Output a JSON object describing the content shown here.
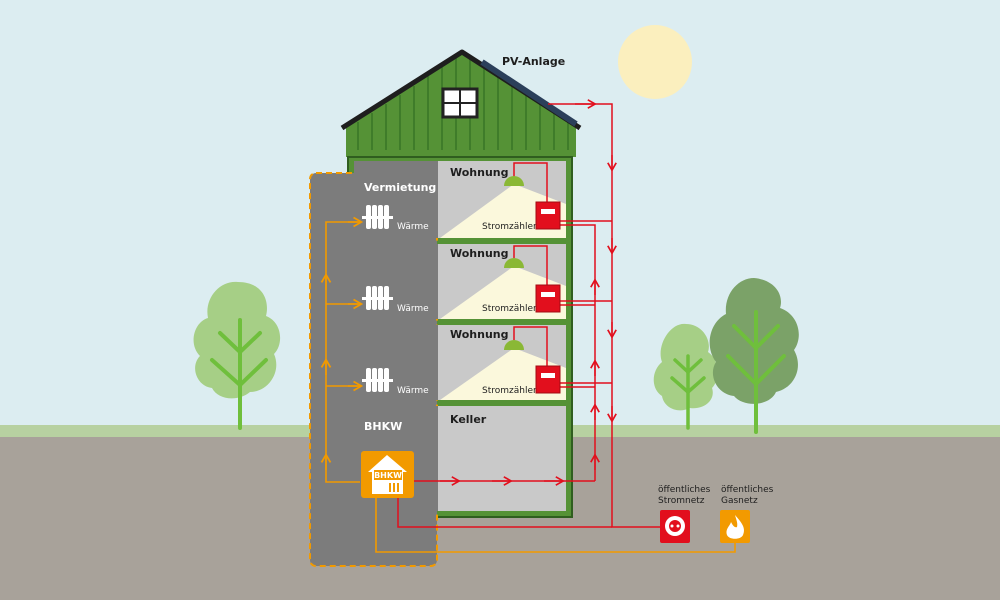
{
  "labels": {
    "pv": "PV-Anlage",
    "rental": "Vermietung",
    "heat": "Wärme",
    "apartment": "Wohnung",
    "meter": "Stromzähler",
    "bhkw": "BHKW",
    "bhkw_icon_text": "BHKW",
    "basement": "Keller",
    "power_grid_line1": "öffentliches",
    "power_grid_line2": "Stromnetz",
    "gas_grid_line1": "öffentliches",
    "gas_grid_line2": "Gasnetz"
  },
  "colors": {
    "sky": "#dcedf1",
    "grass": "#b7d1a1",
    "ground": "#a8a29a",
    "house_green": "#559236",
    "roof_dark": "#3f7c2a",
    "rental_gray": "#7c7c7c",
    "room_light": "#c9c9c9",
    "lamp_green": "#8ab835",
    "power_red": "#e20f1d",
    "heat_orange": "#f29a00",
    "sun": "#fbefbe",
    "tree_light": "#a6cf86",
    "tree_dark": "#7ba268",
    "tree_trunk": "#6fbf3c"
  },
  "icons": [
    "sun-icon",
    "radiator-icon",
    "lamp-icon",
    "meter-icon",
    "bhkw-icon",
    "power-outlet-icon",
    "gas-flame-icon",
    "tree-icon",
    "window-icon"
  ]
}
